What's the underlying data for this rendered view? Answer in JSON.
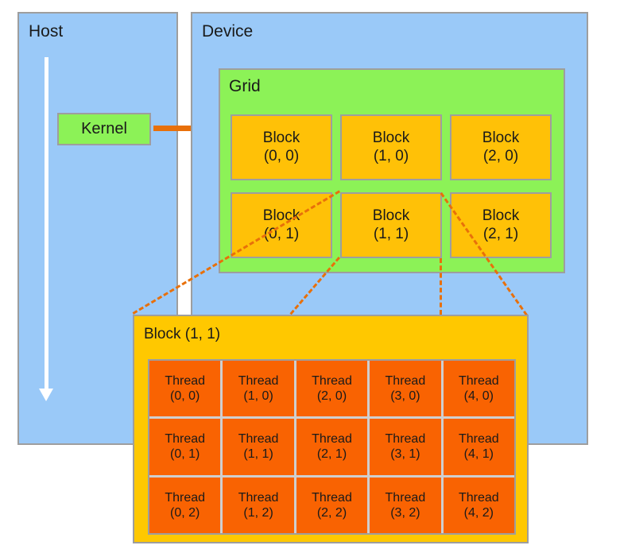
{
  "diagram": {
    "title": "CUDA thread hierarchy: grid of blocks, block of threads",
    "colors": {
      "host_device_fill": "#9ac9f8",
      "grid_fill": "#8cf257",
      "block_fill": "#ffc107",
      "block_detail_fill": "#ffc800",
      "thread_fill": "#f96302",
      "border": "#9e9e9e",
      "connector": "#e8700a",
      "timeline": "#ffffff",
      "text": "#1a1a1a"
    }
  },
  "host": {
    "title": "Host",
    "kernel": {
      "label": "Kernel"
    },
    "timeline_icon": "down-arrow-icon"
  },
  "device": {
    "title": "Device",
    "grid": {
      "title": "Grid",
      "columns": 3,
      "rows": 2,
      "blocks": [
        {
          "name": "Block",
          "index": "(0, 0)"
        },
        {
          "name": "Block",
          "index": "(1, 0)"
        },
        {
          "name": "Block",
          "index": "(2, 0)"
        },
        {
          "name": "Block",
          "index": "(0, 1)"
        },
        {
          "name": "Block",
          "index": "(1, 1)"
        },
        {
          "name": "Block",
          "index": "(2, 1)"
        }
      ]
    }
  },
  "block_detail": {
    "title": "Block (1, 1)",
    "columns": 5,
    "rows": 3,
    "threads": [
      {
        "name": "Thread",
        "index": "(0, 0)"
      },
      {
        "name": "Thread",
        "index": "(1, 0)"
      },
      {
        "name": "Thread",
        "index": "(2, 0)"
      },
      {
        "name": "Thread",
        "index": "(3, 0)"
      },
      {
        "name": "Thread",
        "index": "(4, 0)"
      },
      {
        "name": "Thread",
        "index": "(0, 1)"
      },
      {
        "name": "Thread",
        "index": "(1, 1)"
      },
      {
        "name": "Thread",
        "index": "(2, 1)"
      },
      {
        "name": "Thread",
        "index": "(3, 1)"
      },
      {
        "name": "Thread",
        "index": "(4, 1)"
      },
      {
        "name": "Thread",
        "index": "(0, 2)"
      },
      {
        "name": "Thread",
        "index": "(1, 2)"
      },
      {
        "name": "Thread",
        "index": "(2, 2)"
      },
      {
        "name": "Thread",
        "index": "(3, 2)"
      },
      {
        "name": "Thread",
        "index": "(4, 2)"
      }
    ]
  },
  "connectors": [
    {
      "from": "block-1-1-top-left",
      "to": "block-detail-top-left"
    },
    {
      "from": "block-1-1-bottom-left",
      "to": "block-detail-top-mid-left"
    },
    {
      "from": "block-1-1-bottom-right",
      "to": "block-detail-top-mid-right"
    },
    {
      "from": "block-1-1-top-right",
      "to": "block-detail-top-right"
    }
  ]
}
